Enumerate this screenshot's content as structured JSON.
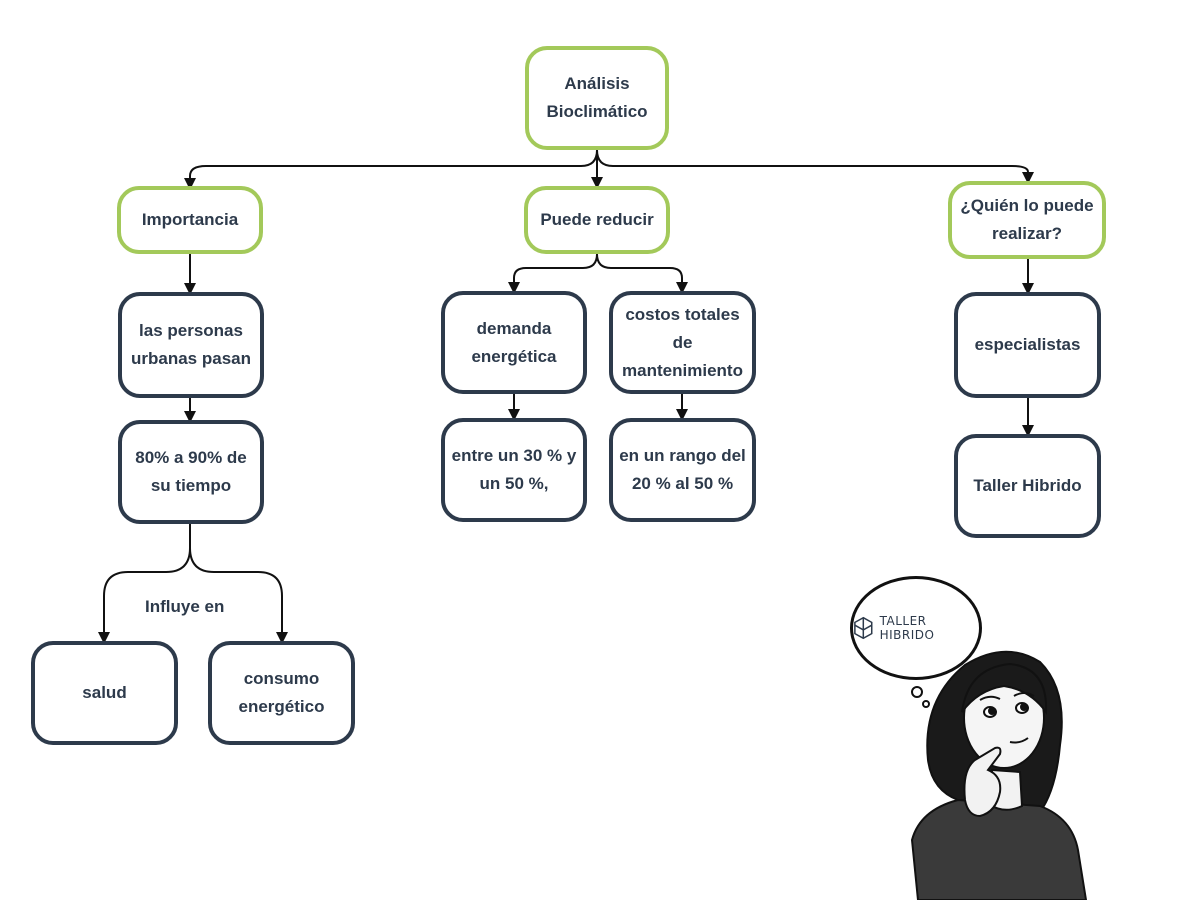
{
  "root": {
    "label": "Análisis Bioclimático"
  },
  "branches": {
    "importancia": {
      "label": "Importancia"
    },
    "reducir": {
      "label": "Puede reducir"
    },
    "quien": {
      "label": "¿Quién lo puede realizar?"
    }
  },
  "importancia_chain": {
    "personas": "las personas urbanas pasan",
    "tiempo": "80% a 90% de su tiempo",
    "influye": "Influye en",
    "salud": "salud",
    "consumo": "consumo energético"
  },
  "reducir_chain": {
    "demanda": "demanda energética",
    "demanda_valor": "entre un 30 % y un 50 %,",
    "costos": "costos totales de mantenimiento",
    "costos_valor": "en un rango del 20 % al 50 %"
  },
  "quien_chain": {
    "especialistas": "especialistas",
    "taller": "Taller Hibrido"
  },
  "illustration": {
    "bubble_text": "TALLER HIBRIDO"
  },
  "colors": {
    "green": "#a3c95a",
    "dark": "#2d3a4b"
  }
}
